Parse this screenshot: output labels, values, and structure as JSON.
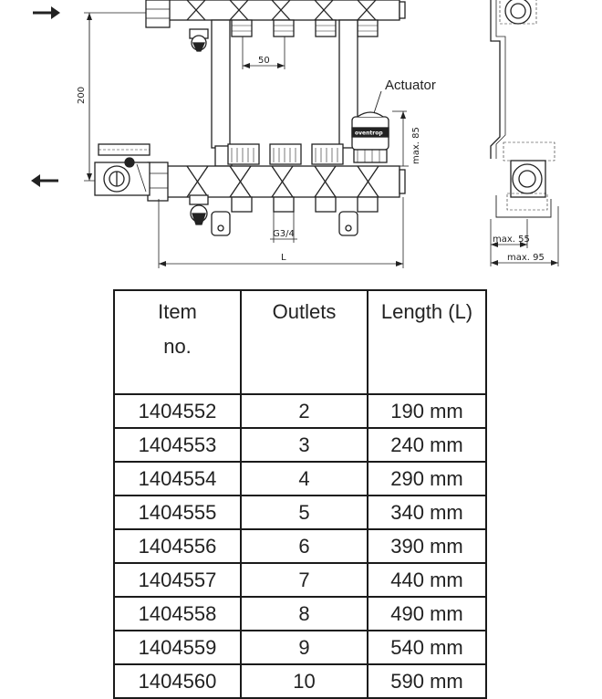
{
  "diagram": {
    "labels": {
      "actuator": "Actuator",
      "brand": "oventrop",
      "dim_200": "200",
      "dim_50": "50",
      "dim_max85": "max. 85",
      "dim_g34": "G3/4",
      "dim_L": "L",
      "dim_max55": "max. 55",
      "dim_max95": "max. 95"
    }
  },
  "table": {
    "headers": {
      "item_line1": "Item",
      "item_line2": "no.",
      "outlets": "Outlets",
      "length": "Length (L)"
    },
    "rows": [
      {
        "item": "1404552",
        "outlets": "2",
        "length": "190 mm"
      },
      {
        "item": "1404553",
        "outlets": "3",
        "length": "240 mm"
      },
      {
        "item": "1404554",
        "outlets": "4",
        "length": "290 mm"
      },
      {
        "item": "1404555",
        "outlets": "5",
        "length": "340 mm"
      },
      {
        "item": "1404556",
        "outlets": "6",
        "length": "390 mm"
      },
      {
        "item": "1404557",
        "outlets": "7",
        "length": "440 mm"
      },
      {
        "item": "1404558",
        "outlets": "8",
        "length": "490 mm"
      },
      {
        "item": "1404559",
        "outlets": "9",
        "length": "540 mm"
      },
      {
        "item": "1404560",
        "outlets": "10",
        "length": "590 mm"
      }
    ]
  }
}
